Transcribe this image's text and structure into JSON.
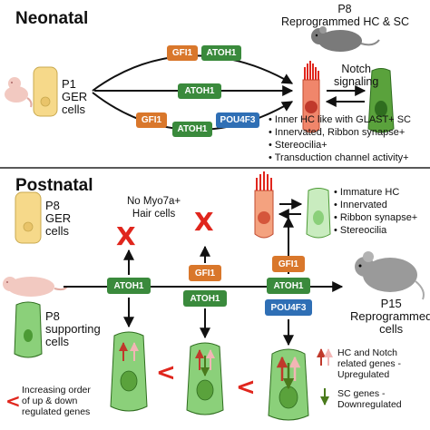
{
  "neonatal": {
    "title": "Neonatal",
    "source_label": [
      "P1",
      "GER",
      "cells"
    ],
    "p8_label": [
      "P8",
      "Reprogrammed HC & SC"
    ],
    "notch_label": [
      "Notch",
      "signaling"
    ],
    "factors": {
      "path1": [
        "GFI1",
        "ATOH1"
      ],
      "path2": [
        "ATOH1"
      ],
      "path3": [
        "GFI1",
        "ATOH1",
        "POU4F3"
      ]
    },
    "bullets": [
      "Inner HC like with GLAST+ SC",
      "Innervated, Ribbon synapse+",
      "Stereocilia+",
      "Transduction channel activity+"
    ]
  },
  "postnatal": {
    "title": "Postnatal",
    "ger_label": [
      "P8",
      "GER",
      "cells"
    ],
    "sc_label": [
      "P8",
      "supporting",
      "cells"
    ],
    "no_myo_label": [
      "No Myo7a+",
      "Hair cells"
    ],
    "target_label": [
      "P15",
      "Reprogrammed",
      "cells"
    ],
    "factors": {
      "col1": [
        "ATOH1"
      ],
      "col2": [
        "GFI1",
        "ATOH1"
      ],
      "col3": [
        "GFI1",
        "ATOH1",
        "POU4F3"
      ]
    },
    "bullets": [
      "Immature HC",
      "Innervated",
      "Ribbon synapse+",
      "Stereocilia"
    ],
    "redx": [
      "X",
      "X"
    ],
    "order_symbol": [
      "<",
      "<"
    ],
    "legend": {
      "order_text": [
        "Increasing order",
        "of up & down",
        "regulated genes"
      ],
      "up_text": [
        "HC and Notch",
        "related genes -",
        "Upregulated"
      ],
      "down_text": [
        "SC genes -",
        "Downregulated"
      ],
      "lt_symbol": "<"
    }
  },
  "colors": {
    "gfi1": "#d9772b",
    "atoh1": "#3a8a3c",
    "pou4f3": "#2f6fb5",
    "red_x": "#e0261d",
    "green_cell": "#7cc46a",
    "hair_cell": "#f0866b",
    "ger_cell": "#f6d98a"
  },
  "icons": [
    "mouse-pup-icon",
    "adult-mouse-icon",
    "hair-cell-icon",
    "supporting-cell-icon",
    "ger-cell-icon"
  ]
}
